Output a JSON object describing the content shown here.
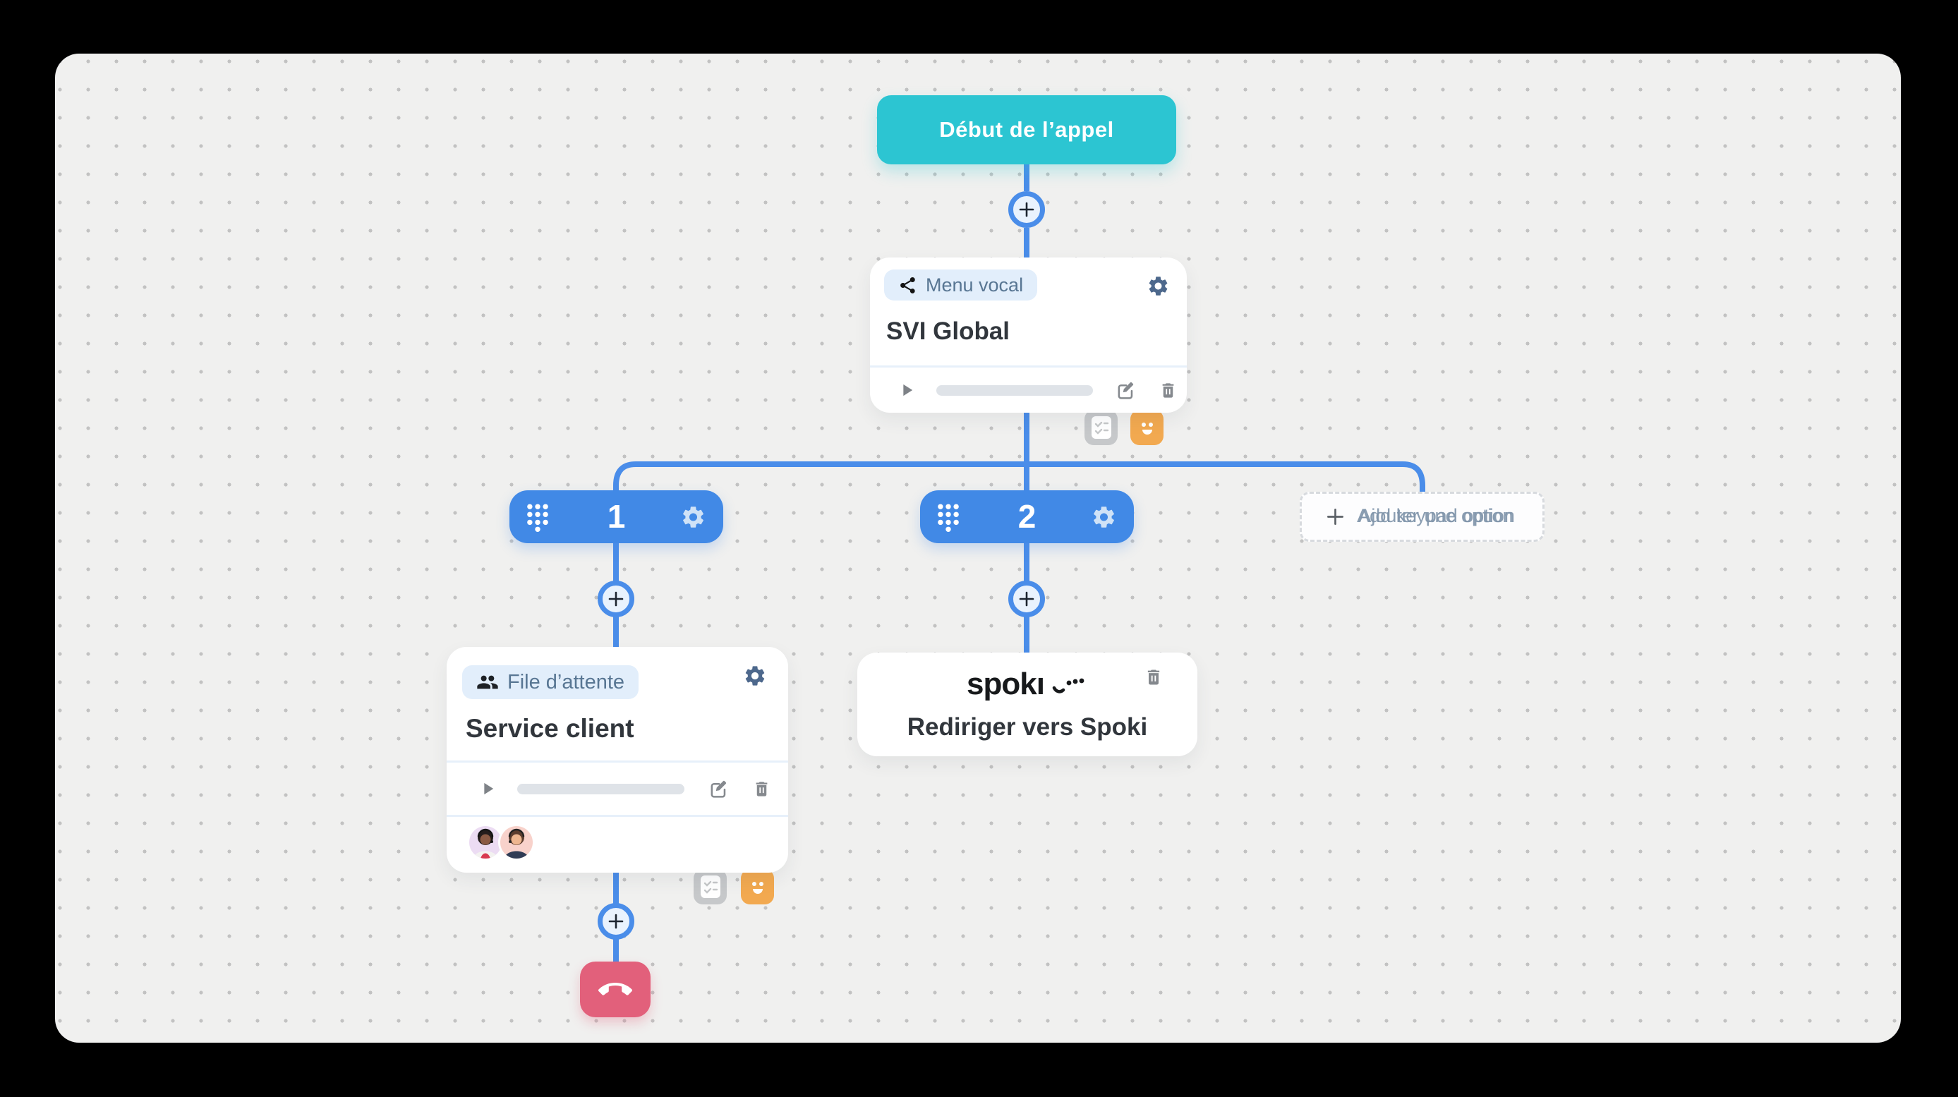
{
  "colors": {
    "panel_bg": "#f0f0ef",
    "dot": "#c2c2c2",
    "teal": "#2cc5d2",
    "blue": "#4189e6",
    "line_blue": "#4a8de9",
    "light_blue_fill": "#e9f2fd",
    "badge_bg": "#e2eefb",
    "badge_text": "#587693",
    "slate_gear": "#4d688c",
    "dark_text": "#31363c",
    "gray_icon": "#85898e",
    "progress": "#dfe3e8",
    "red": "#e2607b",
    "orange": "#f2a950",
    "chip_gray": "#c6c8ca"
  },
  "flow": {
    "start_node": {
      "label": "Début de l’appel"
    },
    "menu_node": {
      "type_label": "Menu vocal",
      "title": "SVI Global"
    },
    "keypad_options": [
      {
        "key": "1"
      },
      {
        "key": "2"
      }
    ],
    "add_option_node": {
      "label_fr": "Ajouter une option",
      "label_en": "Add keypad option"
    },
    "queue_node": {
      "type_label": "File d’attente",
      "title": "Service client",
      "agent_avatars": 2
    },
    "spoki_node": {
      "brand": "spokı",
      "title": "Rediriger vers Spoki"
    }
  },
  "icons": {
    "badge_menu": "share-icon",
    "badge_queue": "people-icon",
    "node_settings": "gear-icon",
    "player": [
      "play-icon",
      "edit-icon",
      "trash-icon"
    ],
    "chips": [
      "checklist-icon",
      "smiley-icon"
    ],
    "end": "hangup-phone-icon"
  }
}
